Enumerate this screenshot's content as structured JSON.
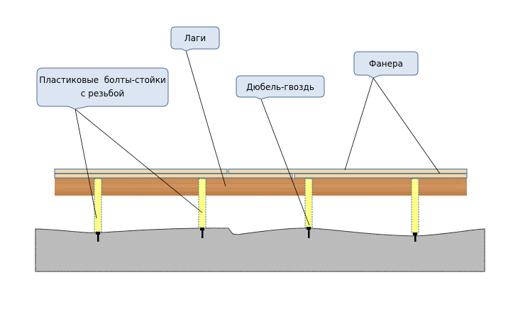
{
  "callouts": {
    "bolts_line1": "Пластиковые  болты-стойки",
    "bolts_line2": "с резьбой",
    "joists": "Лаги",
    "dowel": "Дюбель-гвоздь",
    "plywood": "Фанера"
  },
  "colors": {
    "callout_fill": "#dce6f2",
    "callout_stroke": "#4a6e9b",
    "joist": "#c8844a",
    "plywood": "#f0d9a8",
    "post": "#ffff88",
    "concrete": "#a0a0a0"
  }
}
